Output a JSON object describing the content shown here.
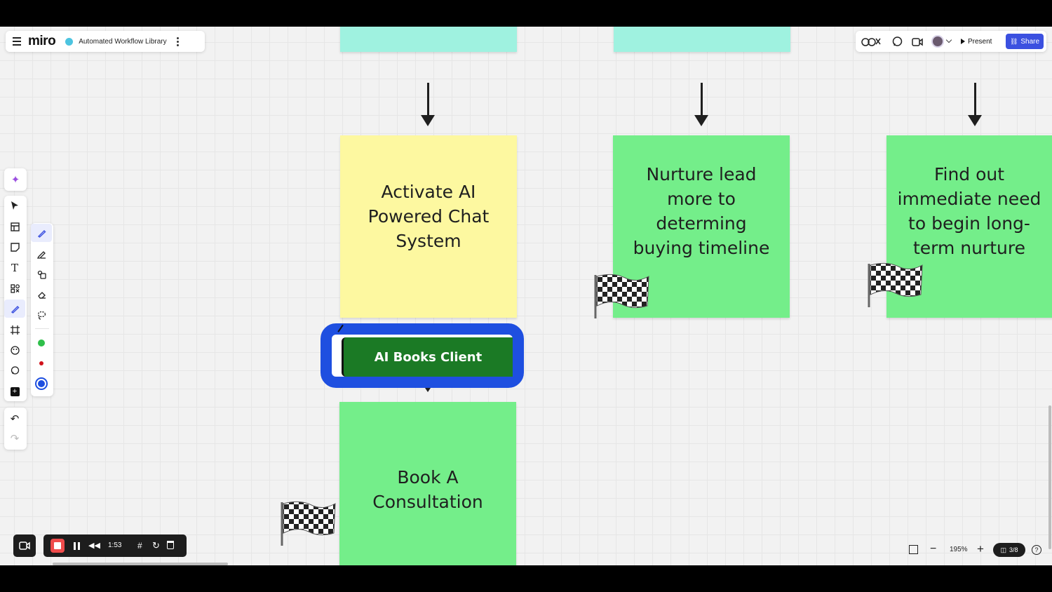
{
  "app": {
    "logo": "miro",
    "board_title": "Automated Workflow Library"
  },
  "topbar": {
    "present_label": "Present",
    "share_label": "Share"
  },
  "stickies": [
    {
      "text": [
        "Activate AI",
        "Powered Chat",
        "System"
      ],
      "color": "#fdf8a0"
    },
    {
      "text": [
        "Nurture lead",
        "more to",
        "determing",
        "buying timeline"
      ],
      "color": "#74ee8a"
    },
    {
      "text": [
        "Find out",
        "immediate need",
        "to begin long-",
        "term nurture"
      ],
      "color": "#74ee8a"
    },
    {
      "text": [
        "Book A",
        "Consultation"
      ],
      "color": "#74ee8a"
    }
  ],
  "top_stickies_color": "#9ff2e0",
  "card": {
    "label": "AI Books Client",
    "highlight_color": "#1e4fe0",
    "fill_color": "#1b7a25"
  },
  "toolbar": {
    "tools": [
      "ai-icon",
      "select-icon",
      "templates-icon",
      "sticky-note-icon",
      "text-icon",
      "shapes-icon",
      "pen-icon",
      "frame-icon",
      "stickers-icon",
      "comment-icon",
      "more-icon",
      "undo-icon",
      "redo-icon"
    ],
    "pen_tools": [
      "pen-icon",
      "marker-icon",
      "smart-draw-icon",
      "eraser-icon",
      "lasso-icon"
    ],
    "colors": [
      "#2fbf4a",
      "#d1121b",
      "#1e4fe0"
    ]
  },
  "recorder": {
    "time": "1:53"
  },
  "zoom": {
    "level": "195%",
    "page_indicator": "3/8"
  }
}
